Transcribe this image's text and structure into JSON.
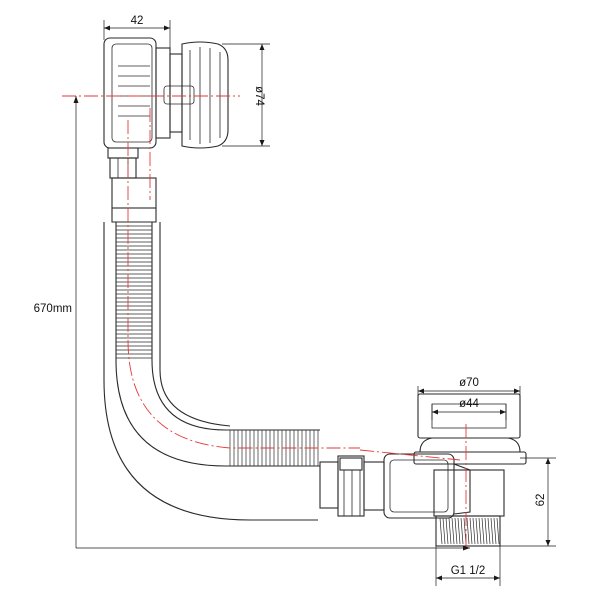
{
  "dimensions": {
    "overflow_head_width": "42",
    "overflow_head_diameter": "ø74",
    "total_length": "670mm",
    "waste_outer_diameter": "ø70",
    "waste_inner_diameter": "ø44",
    "waste_height": "62",
    "thread": "G1  1/2"
  },
  "colors": {
    "outline": "#2a2a2a",
    "centerline": "#e23a3a",
    "dimension": "#1a1a1a"
  }
}
